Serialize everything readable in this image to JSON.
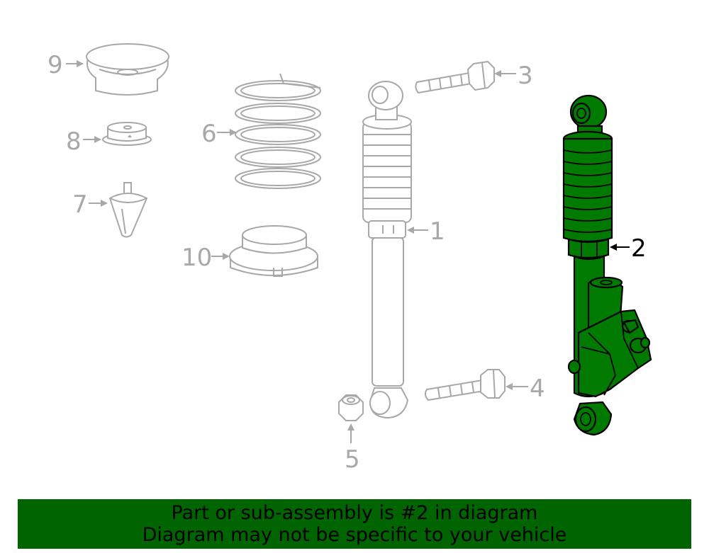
{
  "colors": {
    "highlight": "#007a00",
    "banner_background": "#006400",
    "inactive_line": "#a8a8a8"
  },
  "callouts": [
    {
      "id": "1",
      "label": "1"
    },
    {
      "id": "2",
      "label": "2",
      "highlighted": true
    },
    {
      "id": "3",
      "label": "3"
    },
    {
      "id": "4",
      "label": "4"
    },
    {
      "id": "5",
      "label": "5"
    },
    {
      "id": "6",
      "label": "6"
    },
    {
      "id": "7",
      "label": "7"
    },
    {
      "id": "8",
      "label": "8"
    },
    {
      "id": "9",
      "label": "9"
    },
    {
      "id": "10",
      "label": "10"
    }
  ],
  "banner": {
    "line1": "Part or sub-assembly is #2 in diagram",
    "line2": "Diagram may not be specific to your vehicle"
  }
}
